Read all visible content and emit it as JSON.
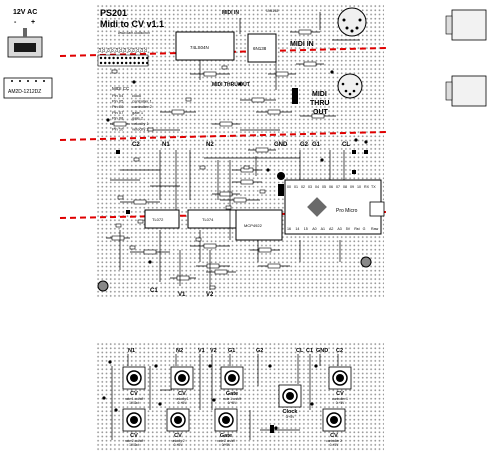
{
  "power": {
    "title": "12V AC",
    "minus": "-",
    "plus": "+",
    "part": "AM2D-1212DZ"
  },
  "board": {
    "title": "PS201",
    "subtitle": "Midi to CV v1.1",
    "url": "www.dam.ukdlschon",
    "midi_in": "MIDI IN",
    "midi_in_short": "MIDI IN",
    "midi_thru_out": "MIDI THRU/OUT",
    "midi_thru_out_big": [
      "MIDI",
      "THRU",
      "OUT"
    ],
    "chips": {
      "u1": "74LS04N",
      "u2": "6N138",
      "u3": "TL072",
      "u4": "TL074",
      "u5": "MCP4922"
    },
    "diode": "1N4148",
    "pro_micro": "Pro Micro",
    "outputs_top": [
      "C2",
      "N1",
      "N2",
      "GND",
      "G2",
      "G1",
      "CL"
    ],
    "outputs_bottom": [
      "C1",
      "V1",
      "V2"
    ],
    "midi_cc_title": "MIDI CC",
    "midi_cc": [
      {
        "pin": "Pin 04",
        "fn": "clock"
      },
      {
        "pin": "Pin 05",
        "fn": "controller 1"
      },
      {
        "pin": "Pin 06",
        "fn": "controller 2"
      },
      {
        "pin": "Pin 07",
        "fn": "gate 1"
      },
      {
        "pin": "Pin 08",
        "fn": "gate 2"
      },
      {
        "pin": "Pin 09",
        "fn": "velocity 1"
      },
      {
        "pin": "Pin 10",
        "fn": "velocity 2"
      }
    ],
    "pro_micro_top_pins": [
      "00",
      "01",
      "02",
      "03",
      "04",
      "05",
      "06",
      "07",
      "08",
      "09",
      "10",
      "RX",
      "TX"
    ],
    "pro_micro_bottom_pins": [
      "16",
      "14",
      "15",
      "A0",
      "A1",
      "A2",
      "A3",
      "5V",
      "Rst",
      "G",
      "Raw"
    ],
    "cc_header_cols": [
      "Ca",
      "CC",
      "Ca",
      "CC",
      "Ca",
      "CC",
      "Ca",
      "CC",
      "Ca",
      "CC",
      "Ca",
      "CC"
    ]
  },
  "panel": {
    "top_labels": [
      "N1",
      "N2",
      "V1",
      "V2",
      "G1",
      "G2",
      "CL",
      "C1",
      "GND",
      "C2"
    ],
    "jacks": [
      {
        "title": "CV",
        "sub": "note 1 oct/off",
        "sub2": "1V/Oct"
      },
      {
        "title": "CV",
        "sub": "velocity 1",
        "sub2": "0-+5V"
      },
      {
        "title": "Gate",
        "sub": "note 1 on/off",
        "sub2": "0/+5V"
      },
      {
        "title": "Clock",
        "sub": "0/+5V",
        "sub2": ""
      },
      {
        "title": "CV",
        "sub": "controller 1",
        "sub2": "0-+5V"
      },
      {
        "title": "CV",
        "sub": "note 2 oct/off",
        "sub2": "1V/Oct"
      },
      {
        "title": "CV",
        "sub": "velocity 2",
        "sub2": "0-+5V"
      },
      {
        "title": "Gate",
        "sub": "note 2 on/off",
        "sub2": "0/+5V"
      },
      {
        "title": "CV",
        "sub": "controller 2",
        "sub2": "0-+5V"
      }
    ]
  }
}
